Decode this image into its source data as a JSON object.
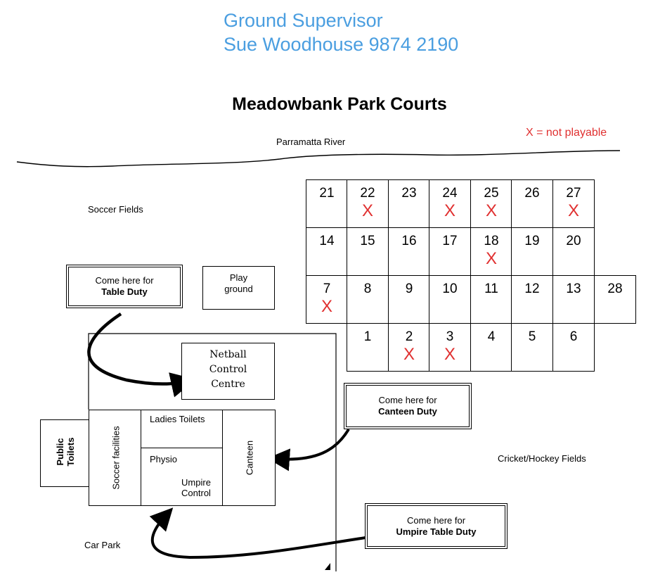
{
  "header": {
    "supervisor_title": "Ground Supervisor",
    "supervisor_contact": "Sue Woodhouse 9874 2190",
    "map_title": "Meadowbank Park Courts",
    "legend": "X = not playable"
  },
  "labels": {
    "river": "Parramatta River",
    "soccer_fields": "Soccer Fields",
    "cricket_hockey": "Cricket/Hockey Fields",
    "car_park": "Car Park"
  },
  "buildings": {
    "playground_line1": "Play",
    "playground_line2": "ground",
    "netball_line1": "Netball",
    "netball_line2": "Control",
    "netball_line3": "Centre",
    "ladies_toilets": "Ladies Toilets",
    "physio": "Physio",
    "umpire_line1": "Umpire",
    "umpire_line2": "Control",
    "canteen": "Canteen",
    "soccer_facilities": "Soccer facilities",
    "public_line1": "Public",
    "public_line2": "Toilets"
  },
  "callouts": {
    "table_line1": "Come here for",
    "table_line2": "Table Duty",
    "canteen_line1": "Come here for",
    "canteen_line2": "Canteen Duty",
    "umpire_line1": "Come here for",
    "umpire_line2": "Umpire Table Duty"
  },
  "courts": [
    {
      "number": "21",
      "mark": ""
    },
    {
      "number": "22",
      "mark": "X"
    },
    {
      "number": "23",
      "mark": ""
    },
    {
      "number": "24",
      "mark": "X"
    },
    {
      "number": "25",
      "mark": "X"
    },
    {
      "number": "26",
      "mark": ""
    },
    {
      "number": "27",
      "mark": "X"
    },
    {
      "number": "14",
      "mark": ""
    },
    {
      "number": "15",
      "mark": ""
    },
    {
      "number": "16",
      "mark": ""
    },
    {
      "number": "17",
      "mark": ""
    },
    {
      "number": "18",
      "mark": "X"
    },
    {
      "number": "19",
      "mark": ""
    },
    {
      "number": "20",
      "mark": ""
    },
    {
      "number": "7",
      "mark": "X"
    },
    {
      "number": "8",
      "mark": ""
    },
    {
      "number": "9",
      "mark": ""
    },
    {
      "number": "10",
      "mark": ""
    },
    {
      "number": "11",
      "mark": ""
    },
    {
      "number": "12",
      "mark": ""
    },
    {
      "number": "13",
      "mark": ""
    },
    {
      "number": "28",
      "mark": ""
    },
    {
      "number": "1",
      "mark": ""
    },
    {
      "number": "2",
      "mark": "X"
    },
    {
      "number": "3",
      "mark": "X"
    },
    {
      "number": "4",
      "mark": ""
    },
    {
      "number": "5",
      "mark": ""
    },
    {
      "number": "6",
      "mark": ""
    }
  ]
}
